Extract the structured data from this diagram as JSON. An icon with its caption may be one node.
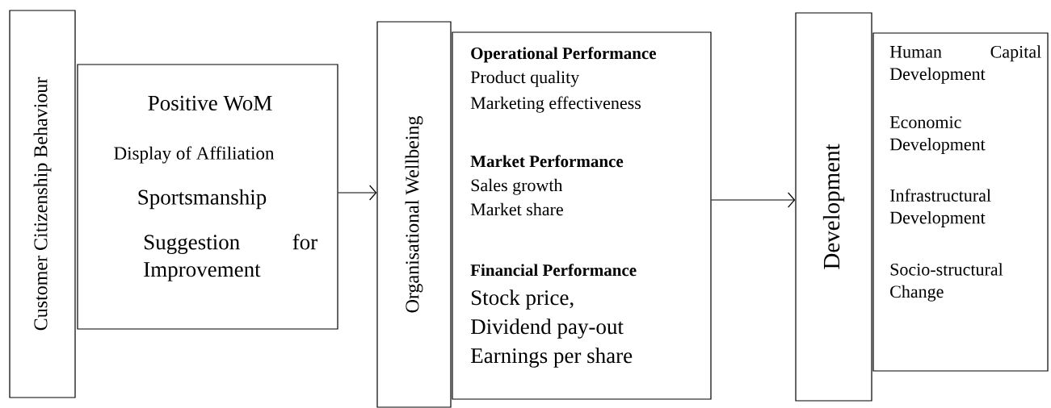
{
  "diagram": {
    "nodes": [
      {
        "text": [
          "Customer Citizenship Behaviour"
        ]
      },
      {
        "text": [
          "Positive WoM",
          "Display of Affiliation",
          "Sportsmanship",
          "Suggestion for Improvement"
        ]
      },
      {
        "text": [
          "Organisational Wellbeing"
        ]
      },
      {
        "text": [
          "Operational Performance",
          "Product quality",
          "Marketing effectiveness",
          "Market Performance",
          "Sales growth",
          "Market share",
          "Financial Performance",
          "Stock price,",
          "Dividend pay-out",
          "Earnings per share"
        ]
      },
      {
        "text": [
          "Development"
        ]
      },
      {
        "text": [
          "Human Capital Development",
          "Economic Development",
          "Infrastructural Development",
          "Socio-structural Change"
        ]
      }
    ],
    "edges": [
      {
        "from": 1,
        "to": 2,
        "arrow": "to"
      },
      {
        "from": 3,
        "to": 4,
        "arrow": "to"
      }
    ]
  }
}
